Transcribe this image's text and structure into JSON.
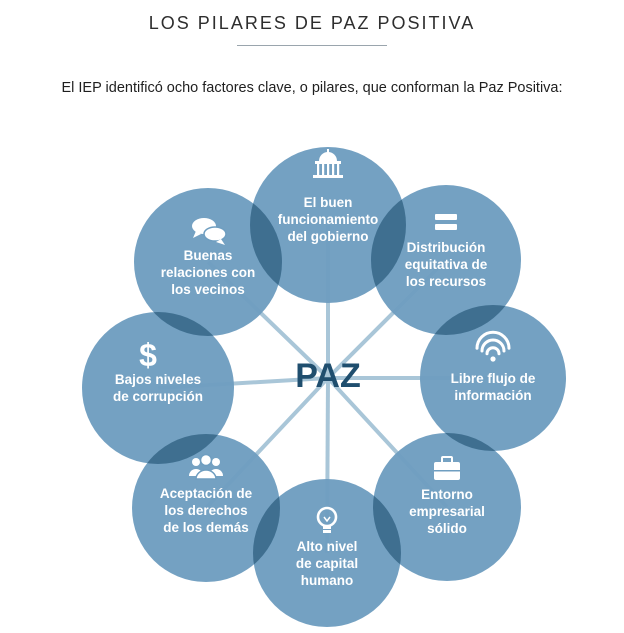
{
  "title": "LOS PILARES DE PAZ POSITIVA",
  "intro": "El IEP identificó ocho factores clave, o pilares, que conforman la Paz Positiva:",
  "center": "PAZ",
  "colors": {
    "circle": "#6f9ec0",
    "overlap": "#3f6f90",
    "spoke": "#a9c6d8",
    "center_text": "#1f4e6e"
  },
  "pillars": [
    {
      "icon": "capitol-icon",
      "lines": [
        "El buen",
        "funcionamiento",
        "del gobierno"
      ]
    },
    {
      "icon": "equals-icon",
      "lines": [
        "Distribución",
        "equitativa de",
        "los recursos"
      ]
    },
    {
      "icon": "wifi-icon",
      "lines": [
        "Libre flujo de",
        "información"
      ]
    },
    {
      "icon": "briefcase-icon",
      "lines": [
        "Entorno",
        "empresarial",
        "sólido"
      ]
    },
    {
      "icon": "lightbulb-icon",
      "lines": [
        "Alto nivel",
        "de capital",
        "humano"
      ]
    },
    {
      "icon": "people-icon",
      "lines": [
        "Aceptación de",
        "los derechos",
        "de los demás"
      ]
    },
    {
      "icon": "dollar-icon",
      "lines": [
        "Bajos niveles",
        "de corrupción"
      ]
    },
    {
      "icon": "chat-bubbles-icon",
      "lines": [
        "Buenas",
        "relaciones con",
        "los vecinos"
      ]
    }
  ]
}
